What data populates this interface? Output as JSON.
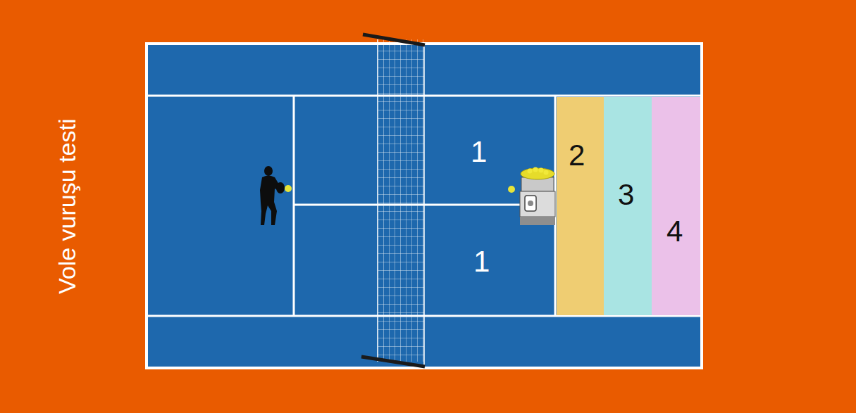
{
  "diagram": {
    "title": "Vole vuruşu testi",
    "nodes": [
      {
        "text": [
          "1"
        ]
      },
      {
        "text": [
          "1"
        ]
      },
      {
        "text": [
          "2"
        ]
      },
      {
        "text": [
          "3"
        ]
      },
      {
        "text": [
          "4"
        ]
      }
    ]
  }
}
